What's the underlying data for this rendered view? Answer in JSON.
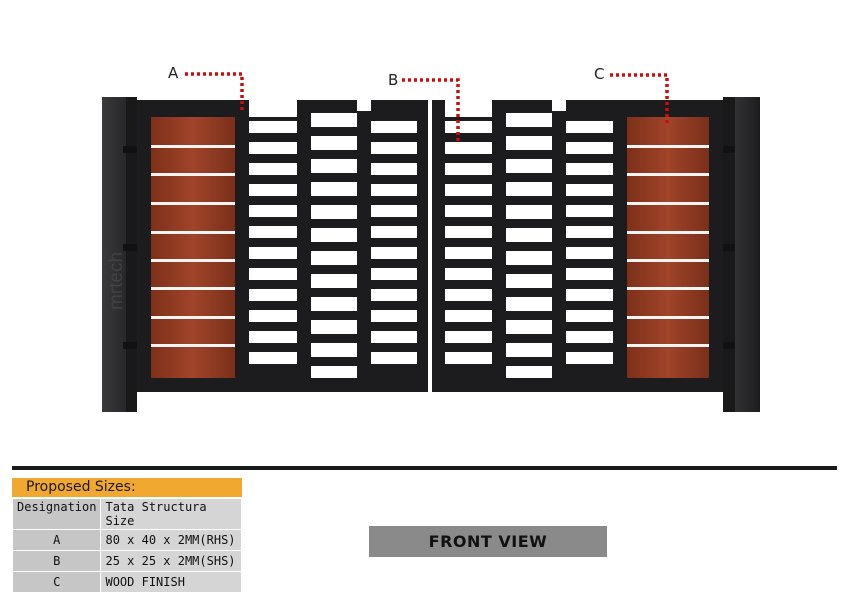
{
  "callouts": [
    {
      "id": "A",
      "label": "A"
    },
    {
      "id": "B",
      "label": "B"
    },
    {
      "id": "C",
      "label": "C"
    }
  ],
  "watermark": "mrtech",
  "colors": {
    "frame": "#1c1c1e",
    "pillar": "#2b2b2d",
    "wood": "#8e3a22",
    "wood_light": "#a8492b",
    "slat_gap": "#f4f4f4",
    "callout": "#d10a0a",
    "table_heading": "#f0a830"
  },
  "proposed_sizes": {
    "heading": "Proposed Sizes:",
    "columns": [
      "Designation",
      "Tata Structura Size"
    ],
    "rows": [
      {
        "designation": "A",
        "size": "80 x 40 x 2MM(RHS)"
      },
      {
        "designation": "B",
        "size": "25 x 25 x 2MM(SHS)"
      },
      {
        "designation": "C",
        "size": "WOOD FINISH"
      }
    ]
  },
  "view_label": "FRONT VIEW"
}
